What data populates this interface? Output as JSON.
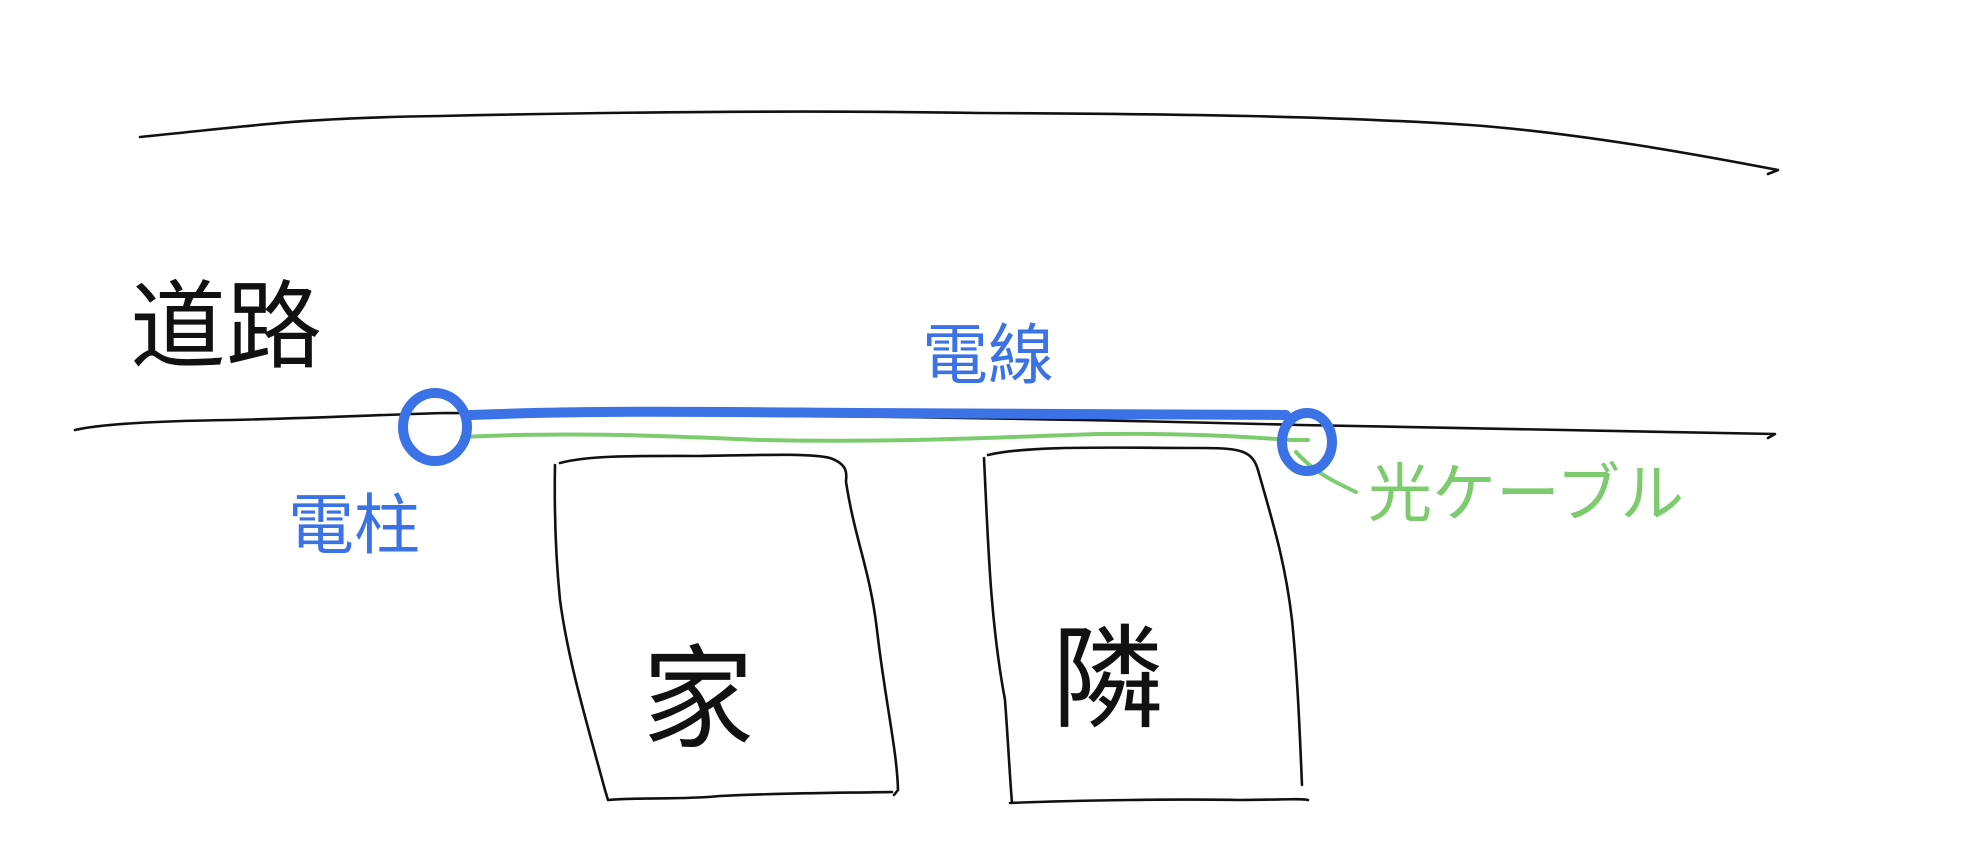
{
  "labels": {
    "road": "道路",
    "power_line": "電線",
    "utility_pole": "電柱",
    "fiber_cable": "光ケーブル",
    "house": "家",
    "neighbor": "隣"
  },
  "colors": {
    "ink": "#111111",
    "power_line": "#3b73e6",
    "fiber_cable": "#7ccc6e",
    "background": "#ffffff"
  }
}
